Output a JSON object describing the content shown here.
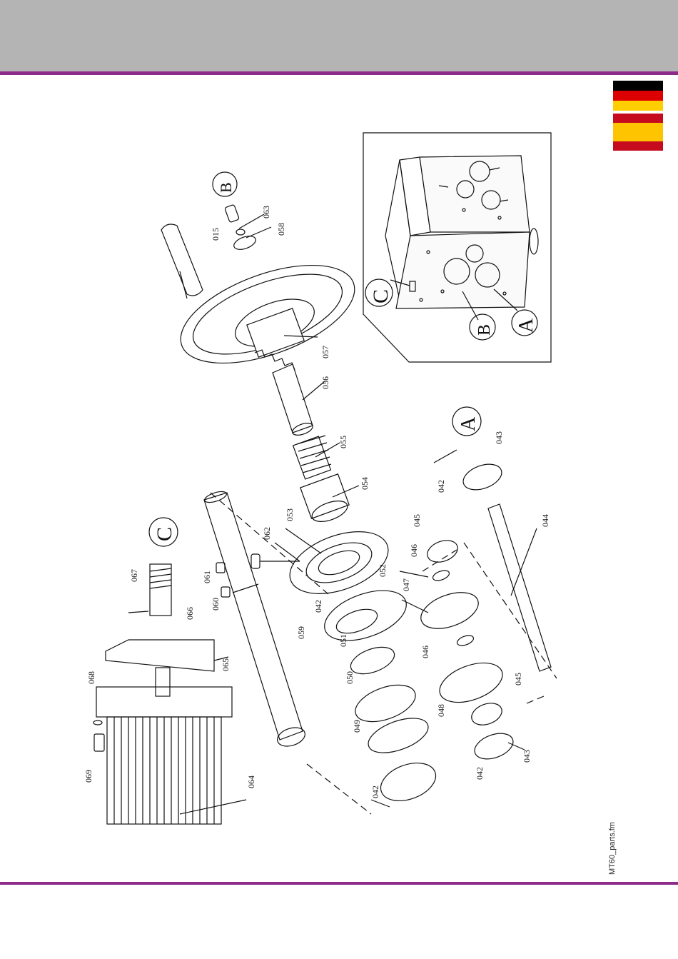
{
  "document": {
    "footer_file": "MT60_parts.fm",
    "colors": {
      "header_band": "#b4b4b4",
      "accent_rule": "#8e2a8a",
      "flag_black": "#000000",
      "flag_red": "#dd0000",
      "flag_gold": "#ffce00",
      "flag_es_red": "#c60b1e",
      "flag_es_yellow": "#ffc400"
    }
  },
  "flags": [
    {
      "name": "german-flag-icon"
    },
    {
      "name": "spanish-flag-icon"
    }
  ],
  "labels": {
    "p015": "015",
    "p063": "063",
    "p058": "058",
    "p057": "057",
    "p056": "056",
    "p055": "055",
    "p054": "054",
    "p053": "053",
    "p062": "062",
    "p061": "061",
    "p060": "060",
    "p059": "059",
    "p067": "067",
    "p066": "066",
    "p065": "065",
    "p068": "068",
    "p069": "069",
    "p064": "064",
    "p042a": "042",
    "p042b": "042",
    "p042c": "042",
    "p042d": "042",
    "p051": "051",
    "p052": "052",
    "p050": "050",
    "p049": "049",
    "p047": "047",
    "p046a": "046",
    "p046b": "046",
    "p045a": "045",
    "p045b": "045",
    "p048": "048",
    "p043a": "043",
    "p043b": "043",
    "p044": "044"
  },
  "callouts": {
    "B_top": "B",
    "C_left": "C",
    "A_right": "A",
    "C_inset": "C",
    "B_inset": "B",
    "A_inset": "A"
  }
}
